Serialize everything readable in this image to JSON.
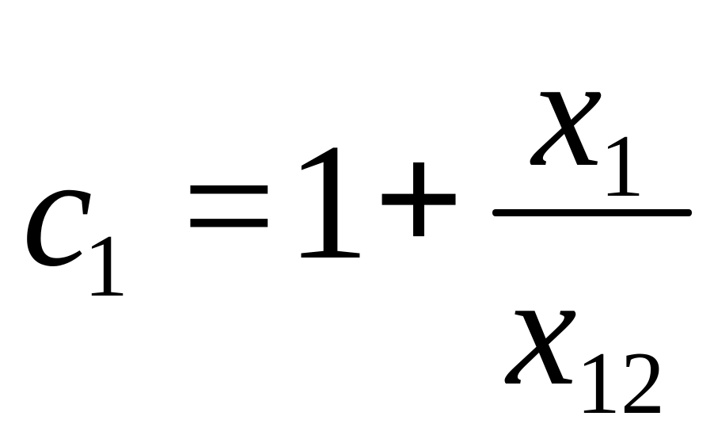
{
  "equation": {
    "lhs_variable": "c",
    "lhs_subscript": "1",
    "equals": "=",
    "constant": "1",
    "plus": "+",
    "numerator_variable": "x",
    "numerator_subscript": "1",
    "denominator_variable": "x",
    "denominator_subscript": "12"
  }
}
